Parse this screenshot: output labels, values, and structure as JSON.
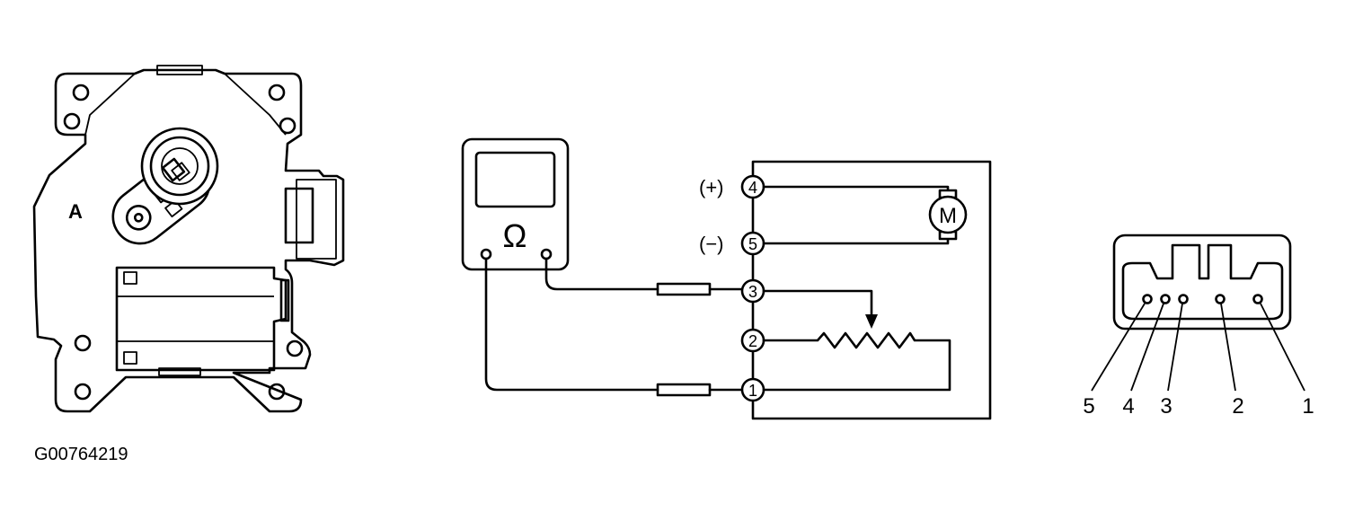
{
  "figure_code": "G00764219",
  "actuator": {
    "callout": "A"
  },
  "meter": {
    "symbol": "Ω"
  },
  "circuit": {
    "motor_symbol": "M",
    "polarity_plus": "(+)",
    "polarity_minus": "(−)",
    "terminals": [
      "4",
      "5",
      "3",
      "2",
      "1"
    ]
  },
  "connector": {
    "pin_labels": [
      "5",
      "4",
      "3",
      "2",
      "1"
    ]
  }
}
